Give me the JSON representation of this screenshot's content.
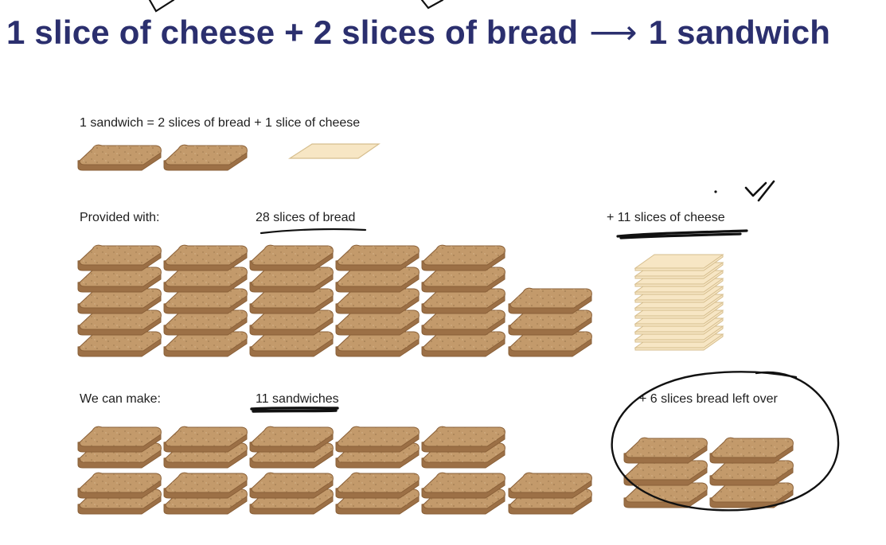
{
  "equation": {
    "left": "1 slice of cheese + 2 slices of bread",
    "arrow": "⟶",
    "right": "1 sandwich"
  },
  "diagram": {
    "definition": "1 sandwich = 2 slices of bread + 1 slice of cheese",
    "provided_label": "Provided with:",
    "bread_count_label": "28 slices of bread",
    "cheese_count_label": "+ 11 slices of cheese",
    "make_label": "We can make:",
    "sandwich_count_label": "11 sandwiches",
    "leftover_label": "+ 6 slices bread left over"
  },
  "quantities": {
    "bread_provided": 28,
    "cheese_provided": 11,
    "sandwiches_made": 11,
    "bread_left_over": 6,
    "bread_stacks": [
      5,
      5,
      5,
      5,
      5,
      3
    ],
    "sandwich_stacks": [
      2,
      2,
      2,
      2,
      2,
      1
    ],
    "leftover_stacks": [
      3,
      3
    ]
  },
  "colors": {
    "title": "#2b2f6e",
    "bread_top": "#c39a6b",
    "bread_side": "#9c7046",
    "crust": "#8a6038",
    "cheese": "#f7e6c4",
    "cheese_edge": "#d6be8e",
    "ink": "#111111"
  }
}
